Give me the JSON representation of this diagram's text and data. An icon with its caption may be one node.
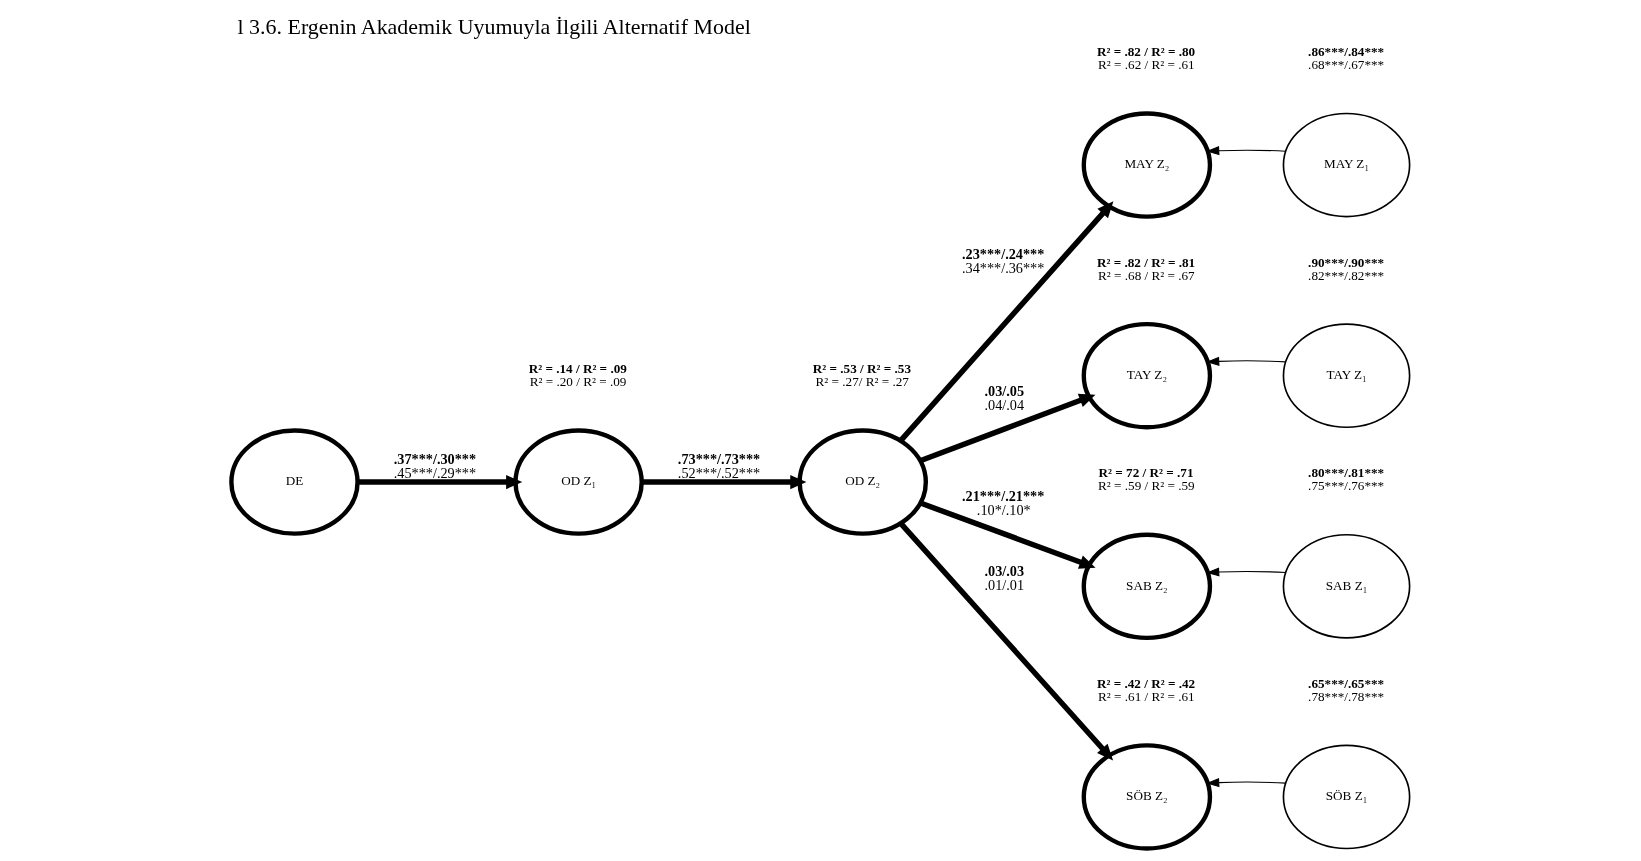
{
  "diagram": {
    "title": "l 3.6. Ergenin Akademik Uyumuyla İlgili Alternatif Model",
    "nodes": [
      {
        "text": [
          "DE"
        ]
      },
      {
        "text": [
          "OD Z₁"
        ],
        "beside": [
          "R² = .14 / R² = .09",
          "R² = .20 / R² = .09"
        ]
      },
      {
        "text": [
          "OD Z₂"
        ],
        "beside": [
          "R² = .53 / R² = .53",
          "R² = .27/ R² = .27"
        ]
      },
      {
        "text": [
          "MAY Z₂"
        ],
        "beside": [
          "R² = .82 / R² = .80",
          "R² = .62 / R² = .61"
        ]
      },
      {
        "text": [
          "TAY Z₂"
        ],
        "beside": [
          "R² = .82 / R² = .81",
          "R² = .68 / R² = .67"
        ]
      },
      {
        "text": [
          "SAB Z₂"
        ],
        "beside": [
          "R² = 72 / R² = .71",
          "R² = .59 / R² = .59"
        ]
      },
      {
        "text": [
          "SÖB Z₂"
        ],
        "beside": [
          "R² = .42 / R² = .42",
          "R² = .61 / R² = .61"
        ]
      },
      {
        "text": [
          "MAY Z₁"
        ],
        "beside": [
          ".86***/.84***",
          ".68***/.67***"
        ]
      },
      {
        "text": [
          "TAY Z₁"
        ],
        "beside": [
          ".90***/.90***",
          ".82***/.82***"
        ]
      },
      {
        "text": [
          "SAB Z₁"
        ],
        "beside": [
          ".80***/.81***",
          ".75***/.76***"
        ]
      },
      {
        "text": [
          "SÖB Z₁"
        ],
        "beside": [
          ".65***/.65***",
          ".78***/.78***"
        ]
      }
    ],
    "edges": [
      {
        "from": 0,
        "to": 1,
        "arrow": "to",
        "label": ".37***/.30*** .45***/.29***"
      },
      {
        "from": 1,
        "to": 2,
        "arrow": "to",
        "label": ".73***/.73*** .52***/.52***"
      },
      {
        "from": 2,
        "to": 3,
        "arrow": "to",
        "label": ".23***/.24*** .34***/.36***"
      },
      {
        "from": 2,
        "to": 4,
        "arrow": "to",
        "label": ".03/.05 .04/.04"
      },
      {
        "from": 2,
        "to": 5,
        "arrow": "to",
        "label": ".21***/.21*** .10*/.10*"
      },
      {
        "from": 2,
        "to": 6,
        "arrow": "to",
        "label": ".03/.03 .01/.01"
      },
      {
        "from": 7,
        "to": 3,
        "arrow": "to"
      },
      {
        "from": 8,
        "to": 4,
        "arrow": "to"
      },
      {
        "from": 9,
        "to": 5,
        "arrow": "to"
      },
      {
        "from": 10,
        "to": 6,
        "arrow": "to"
      }
    ]
  }
}
